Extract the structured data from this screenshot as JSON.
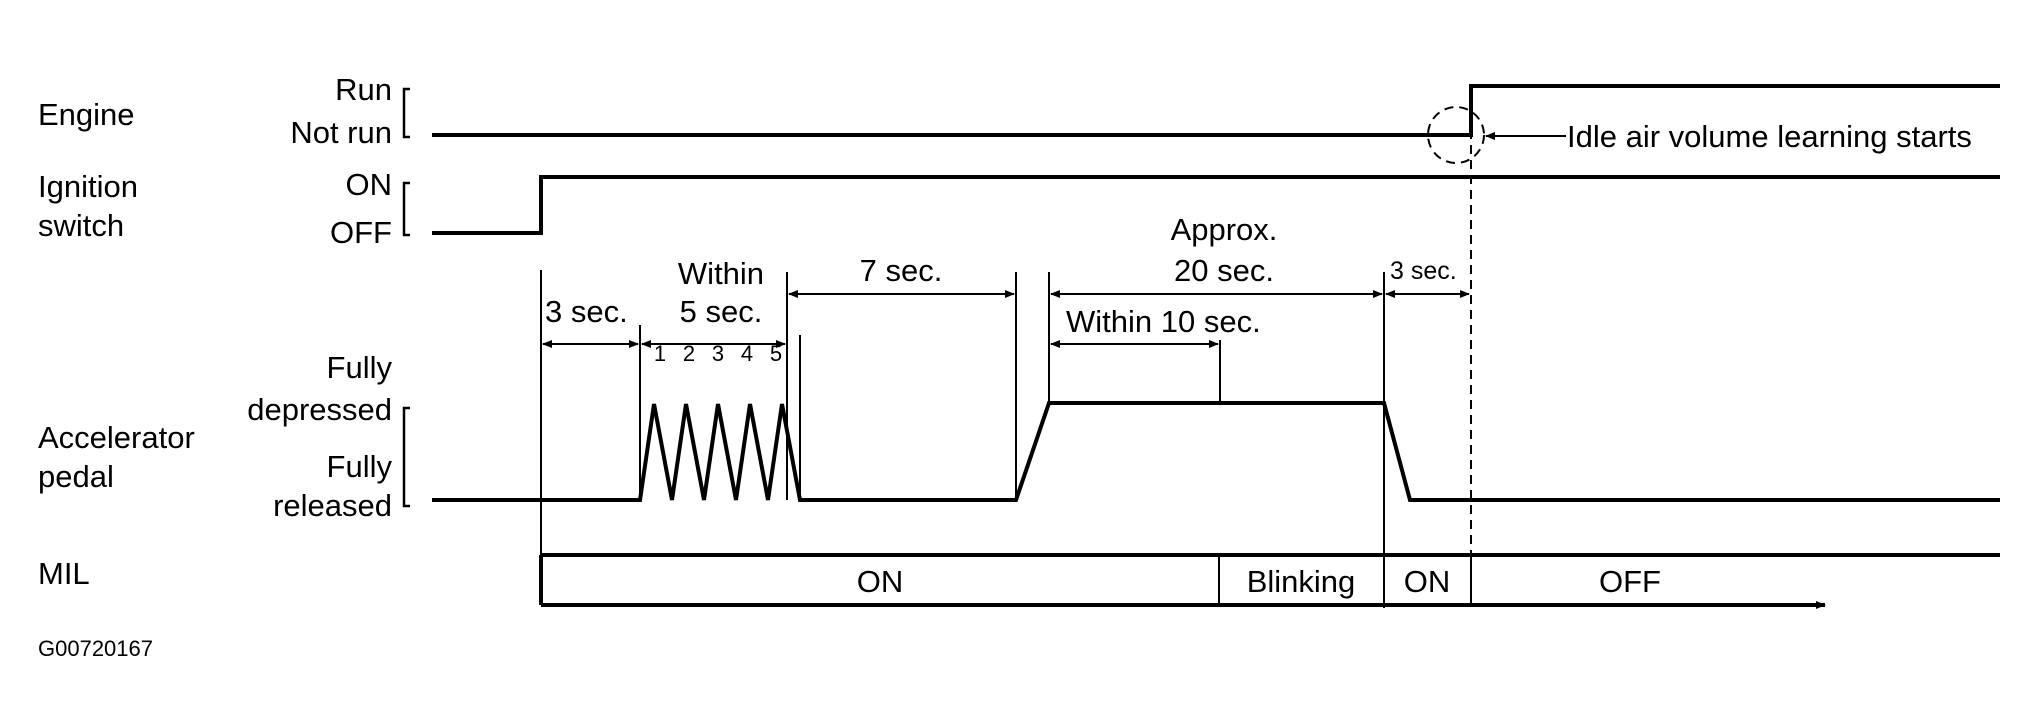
{
  "signals": {
    "engine": {
      "name": "Engine",
      "high": "Run",
      "low": "Not run"
    },
    "ignition": {
      "name_line1": "Ignition",
      "name_line2": "switch",
      "high": "ON",
      "low": "OFF"
    },
    "accelerator": {
      "name_line1": "Accelerator",
      "name_line2": "pedal",
      "high_line1": "Fully",
      "high_line2": "depressed",
      "low_line1": "Fully",
      "low_line2": "released",
      "pulse_numbers": [
        "1",
        "2",
        "3",
        "4",
        "5"
      ]
    },
    "mil": {
      "name": "MIL",
      "states": [
        "ON",
        "Blinking",
        "ON",
        "OFF"
      ]
    }
  },
  "timing": {
    "wait1": "3 sec.",
    "within5_line1": "Within",
    "within5_line2": "5 sec.",
    "hold7": "7 sec.",
    "approx20_line1": "Approx.",
    "approx20_line2": "20 sec.",
    "within10": "Within 10 sec.",
    "wait2": "3 sec."
  },
  "callout": "Idle air volume learning starts",
  "figure_id": "G00720167"
}
